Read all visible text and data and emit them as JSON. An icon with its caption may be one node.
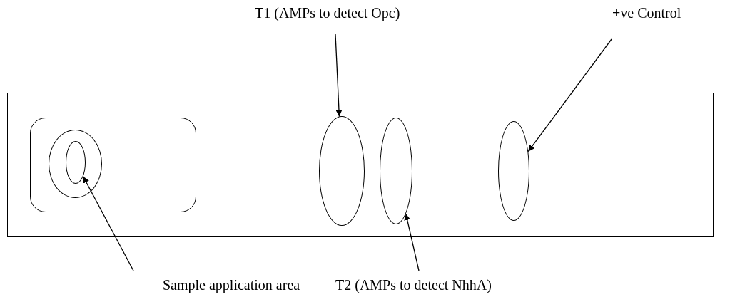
{
  "diagram": {
    "nodes": [
      {
        "text": [
          "T1 (AMPs to detect Opc)"
        ]
      },
      {
        "text": [
          "+ve Control"
        ]
      },
      {
        "text": [],
        "shape": "box"
      },
      {
        "text": [],
        "shape": "box",
        "in": 2
      },
      {
        "text": [],
        "shape": "circle",
        "in": 3
      },
      {
        "text": [],
        "shape": "circle",
        "in": 4
      },
      {
        "text": [],
        "shape": "circle",
        "in": 2
      },
      {
        "text": [],
        "shape": "circle",
        "in": 2
      },
      {
        "text": [],
        "shape": "circle",
        "in": 2
      },
      {
        "text": [
          "Sample application area"
        ]
      },
      {
        "text": [
          "T2 (AMPs to detect NhhA)"
        ]
      }
    ],
    "edges": [
      {
        "from": 0,
        "to": 6,
        "arrow": "to"
      },
      {
        "from": 1,
        "to": 8,
        "arrow": "to"
      },
      {
        "from": 9,
        "to": 5,
        "arrow": "to"
      },
      {
        "from": 10,
        "to": 7,
        "arrow": "to"
      }
    ]
  }
}
